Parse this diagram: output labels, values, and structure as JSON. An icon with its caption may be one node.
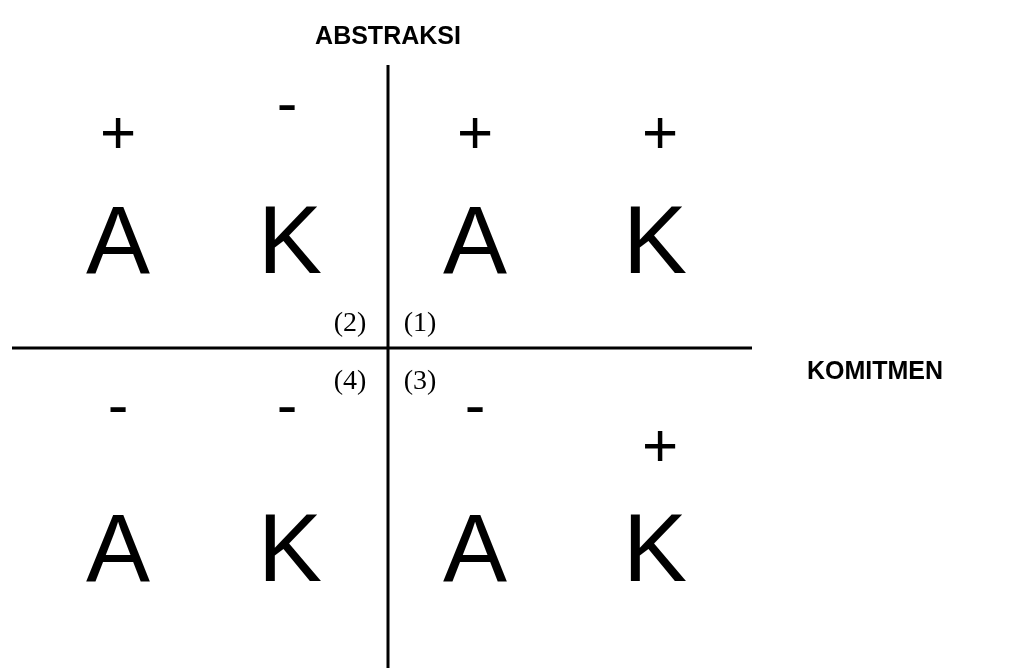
{
  "diagram": {
    "labels": [
      "ABSTRAKSI",
      "+",
      "-",
      "+",
      "+",
      "A",
      "K",
      "A",
      "K",
      "(2)",
      "(1)",
      "KOMITMEN",
      "(4)",
      "(3)",
      "-",
      "-",
      "-",
      "+",
      "A",
      "K",
      "A",
      "K"
    ]
  }
}
